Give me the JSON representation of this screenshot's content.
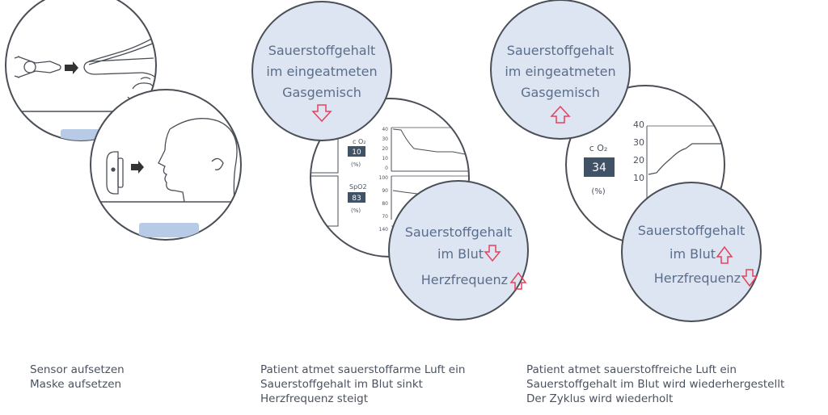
{
  "colors": {
    "circle_fill_blue": "#dde4f2",
    "circle_stroke": "#4a4f57",
    "arrow_red": "#e5415a",
    "value_box": "#3f5266",
    "label_blue": "#5a6e8c",
    "highlight_bar": "#b8cbe6"
  },
  "panel1": {
    "icons": [
      "pulse-oximeter-clip-icon",
      "finger-icon",
      "mask-icon",
      "head-profile-icon",
      "arrow-right-icon"
    ],
    "captions": [
      "Sensor aufsetzen",
      "Maske aufsetzen"
    ]
  },
  "panel2": {
    "gas_bubble": {
      "lines": [
        "Sauerstoffgehalt",
        "im eingeatmeten",
        "Gasgemisch"
      ],
      "arrow": "down"
    },
    "monitor": {
      "co2_label": "c O₂",
      "co2_value": "10",
      "co2_unit": "(%)",
      "spo2_label": "SpO2",
      "spo2_value": "83",
      "spo2_unit": "(%)",
      "co2_ticks": [
        "40",
        "30",
        "20",
        "10",
        "0"
      ],
      "spo2_ticks": [
        "100",
        "90",
        "80",
        "70"
      ],
      "hr_tick": "140"
    },
    "blood_bubble": {
      "line1": "Sauerstoffgehalt",
      "line2": "im Blut",
      "line3": "Herzfrequenz",
      "arrow2": "down",
      "arrow3": "up"
    },
    "captions": [
      "Patient atmet sauerstoffarme Luft ein",
      "Sauerstoffgehalt im Blut sinkt",
      "Herzfrequenz steigt"
    ]
  },
  "panel3": {
    "gas_bubble": {
      "lines": [
        "Sauerstoffgehalt",
        "im eingeatmeten",
        "Gasgemisch"
      ],
      "arrow": "up"
    },
    "monitor": {
      "co2_label": "c O₂",
      "co2_value": "34",
      "co2_unit": "(%)",
      "ticks": [
        "40",
        "30",
        "20",
        "10"
      ]
    },
    "blood_bubble": {
      "line1": "Sauerstoffgehalt",
      "line2": "im Blut",
      "line3": "Herzfrequenz",
      "arrow2": "up",
      "arrow3": "down"
    },
    "captions": [
      "Patient atmet sauerstoffreiche Luft ein",
      "Sauerstoffgehalt im Blut wird wiederhergestellt",
      "Der Zyklus wird wiederholt"
    ]
  }
}
